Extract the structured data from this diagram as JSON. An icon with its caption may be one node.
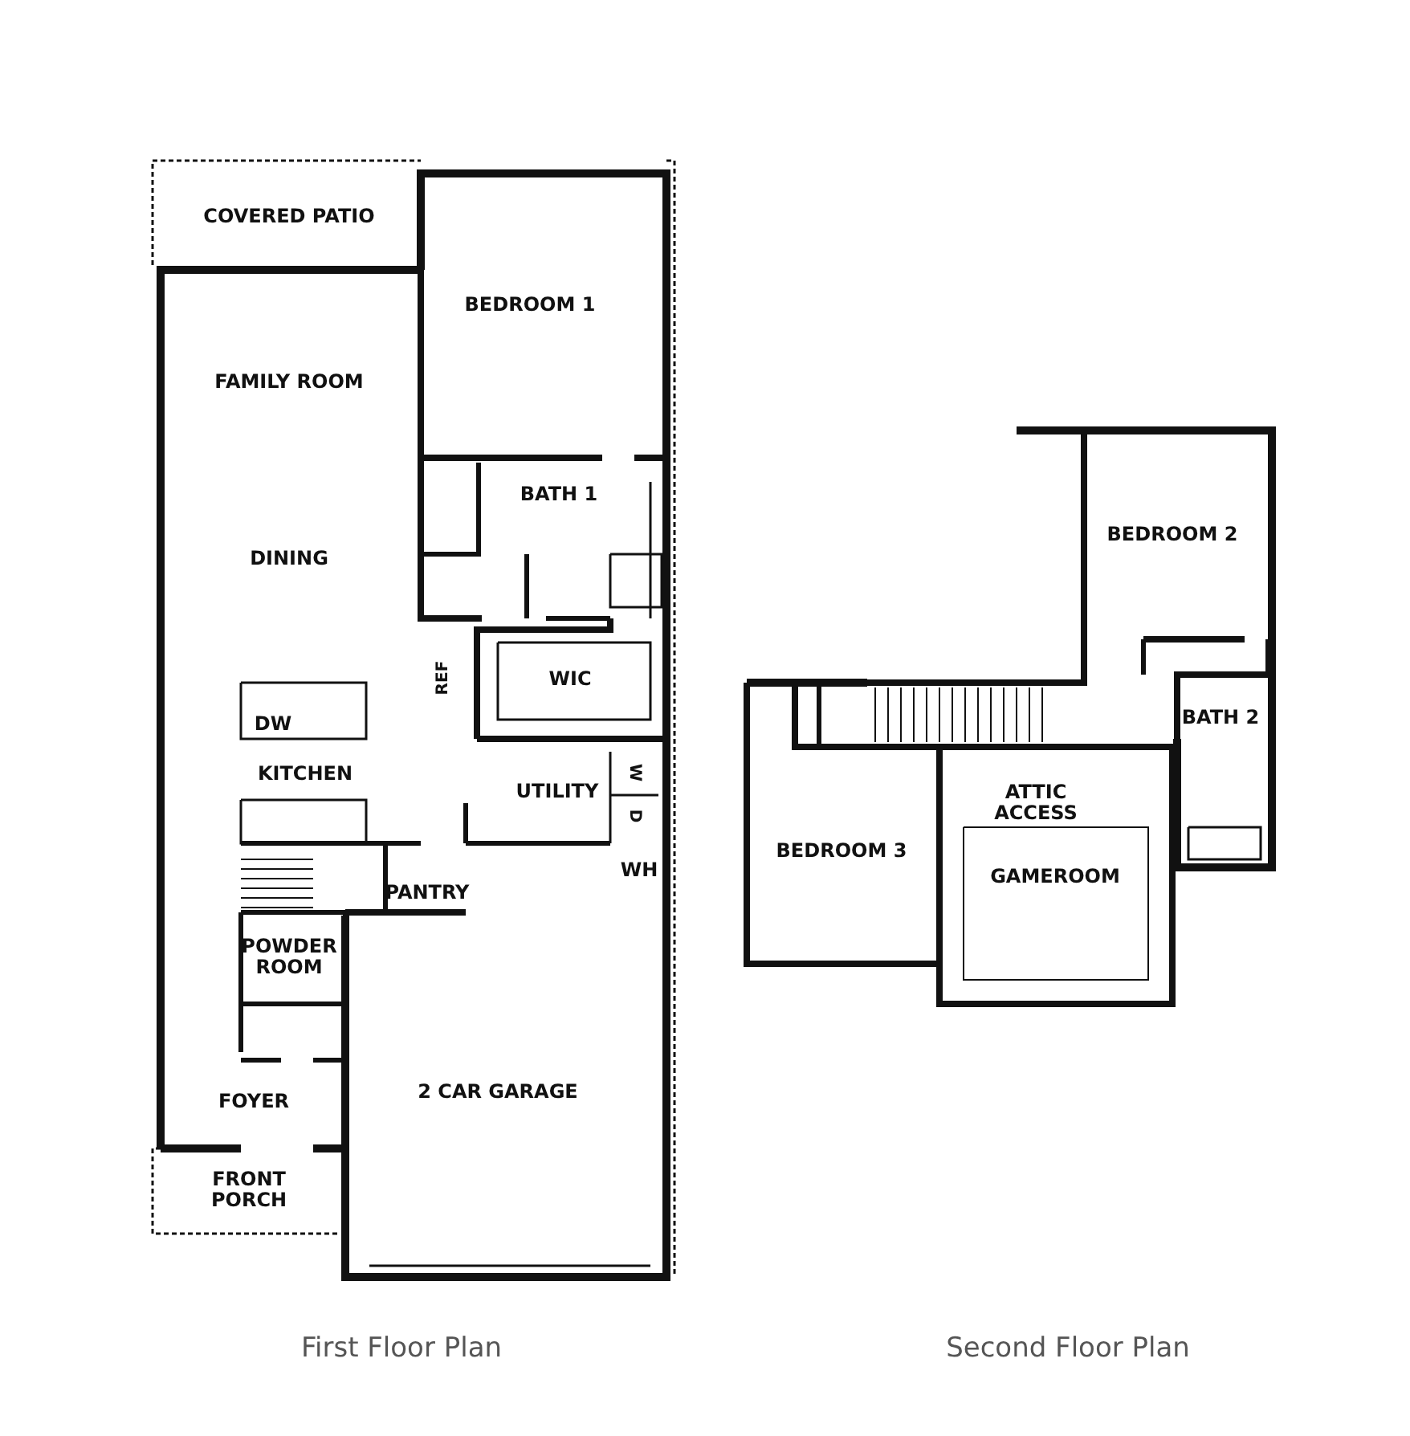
{
  "diagram": {
    "labels": [
      "COVERED PATIO",
      "BEDROOM 1",
      "FAMILY ROOM",
      "BATH 1",
      "DINING",
      "REF",
      "WIC",
      "DW",
      "KITCHEN",
      "UTILITY",
      "W",
      "D",
      "PANTRY",
      "WH",
      "POWDER ROOM",
      "FOYER",
      "2 CAR GARAGE",
      "FRONT PORCH",
      "BEDROOM 2",
      "BATH 2",
      "ATTIC ACCESS",
      "BEDROOM 3",
      "GAMEROOM",
      "First Floor Plan",
      "Second Floor Plan"
    ]
  }
}
